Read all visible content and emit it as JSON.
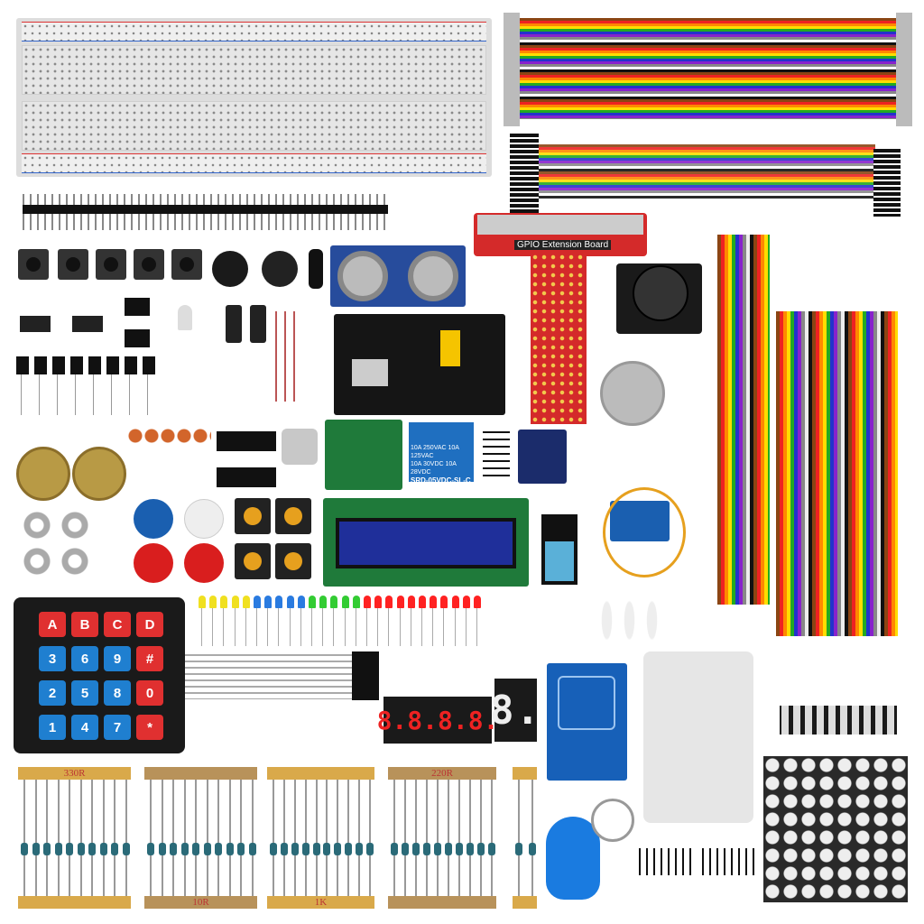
{
  "gpio_board": {
    "label": "GPIO Extension Board"
  },
  "relay": {
    "line1": "10A 250VAC  10A 125VAC",
    "line2": "10A 30VDC  10A 28VDC",
    "model": "SRD-05VDC-SL-C"
  },
  "keypad": {
    "keys": [
      "A",
      "B",
      "C",
      "D",
      "3",
      "6",
      "9",
      "#",
      "2",
      "5",
      "8",
      "0",
      "1",
      "4",
      "7",
      "*"
    ],
    "colors": {
      "red": "#e03030",
      "blue": "#1f7fd0",
      "body": "#1a1a1a"
    }
  },
  "resistors": [
    {
      "label": "330R"
    },
    {
      "label": "10R"
    },
    {
      "label": "1K"
    },
    {
      "label": "220R"
    }
  ],
  "display": {
    "digits": "8.8.8.8.",
    "single": "8."
  },
  "colors": {
    "gpio": "#d42a2a",
    "lcd": "#1f2f9a",
    "rfid": "#1760b8",
    "pcb_green": "#1f7a3a",
    "matrix": "#2a2a2a"
  }
}
